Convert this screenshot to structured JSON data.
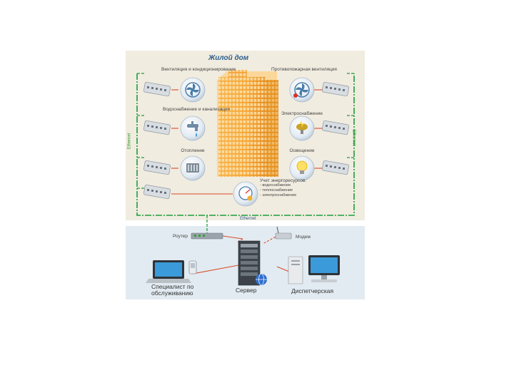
{
  "title": "Жилой дом",
  "systems": {
    "ventilation": "Вентиляция и кондиционирование",
    "fire_ventilation": "Противопожарная вентиляция",
    "water": "Водоснабжение и канализация",
    "power": "Электроснабжение",
    "heating": "Отопление",
    "lighting": "Освещение",
    "metering_title": "Учет энергоресурсов:",
    "metering_items": [
      "- водоснабжение",
      "- теплоснабжение",
      "- электроснабжение"
    ]
  },
  "network": {
    "left_label": "Ethernet",
    "right_label": "Ethernet",
    "bottom_label": "Ethernet"
  },
  "equipment": {
    "router": "Роутер",
    "modem": "Модем",
    "server": "Сервер",
    "specialist": "Специалист по обслуживанию",
    "dispatch": "Диспетчерская"
  },
  "colors": {
    "network_line": "#1a9e3a",
    "signal_line": "#d94c2b",
    "panel_top": "#f1ece0",
    "panel_bottom": "#e2ebf1",
    "title": "#2b5d8c"
  }
}
